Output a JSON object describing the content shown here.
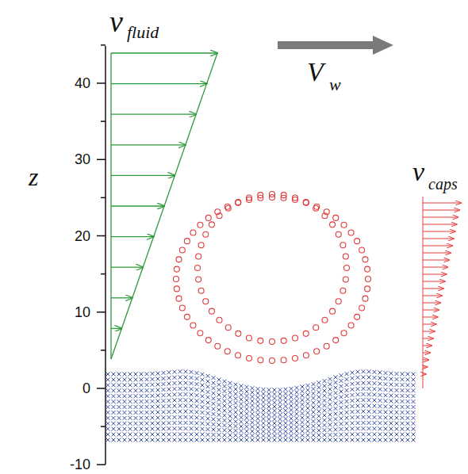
{
  "diagram": {
    "labels": [
      "v",
      "fluid",
      "V",
      "w",
      "z",
      "40",
      "30",
      "20",
      "10",
      "0",
      "-10",
      "v",
      "caps"
    ]
  }
}
